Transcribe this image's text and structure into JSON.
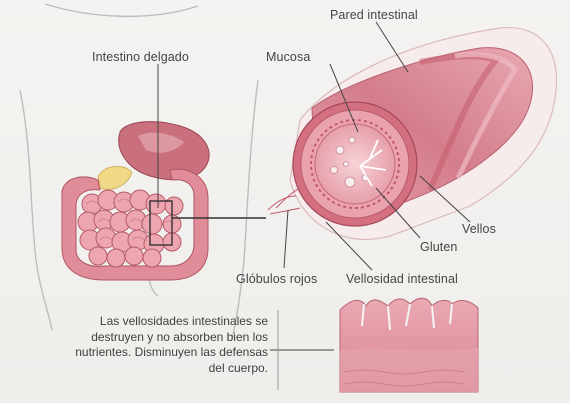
{
  "labels": {
    "pared_intestinal": "Pared intestinal",
    "intestino_delgado": "Intestino delgado",
    "mucosa": "Mucosa",
    "vellos": "Vellos",
    "gluten": "Gluten",
    "globulos_rojos": "Glóbulos rojos",
    "vellosidad_intestinal": "Vellosidad intestinal"
  },
  "caption": {
    "line1": "Las vellosidades intestinales se",
    "line2": "destruyen y no absorben bien los",
    "line3": "nutrientes. Disminuyen las defensas",
    "line4": "del cuerpo."
  },
  "colors": {
    "tissue_pink": "#e79aa6",
    "tissue_dark": "#c8606f",
    "stomach": "#c9707c",
    "fat_yellow": "#f1d887",
    "body_outline": "#b9b9b9",
    "leader_line": "#555555"
  }
}
